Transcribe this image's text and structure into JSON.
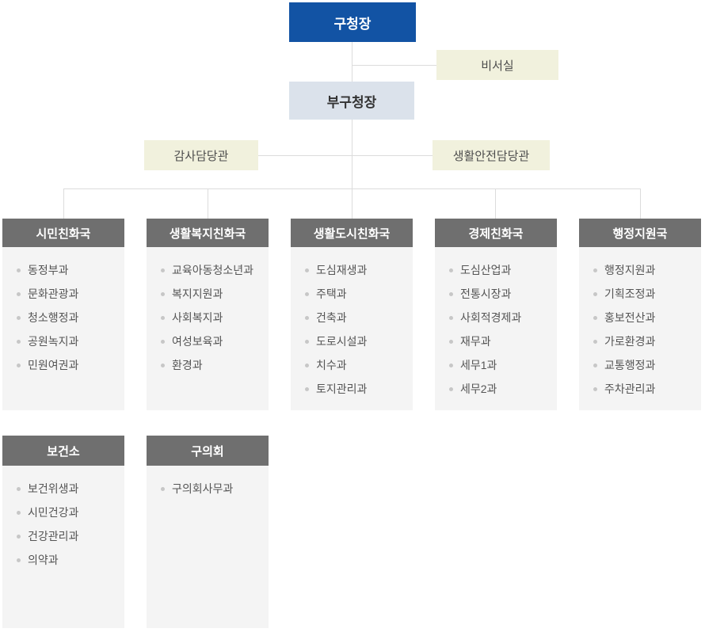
{
  "chart_title": "district-office-organization-chart",
  "top": {
    "mayor": {
      "label": "구청장"
    },
    "secretary": {
      "label": "비서실"
    },
    "deputy_mayor": {
      "label": "부구청장"
    },
    "audit_officer": {
      "label": "감사담당관"
    },
    "safety_officer": {
      "label": "생활안전담당관"
    }
  },
  "bureaus": [
    {
      "title": "시민친화국",
      "departments": [
        "동정부과",
        "문화관광과",
        "청소행정과",
        "공원녹지과",
        "민원여권과"
      ]
    },
    {
      "title": "생활복지친화국",
      "departments": [
        "교육아동청소년과",
        "복지지원과",
        "사회복지과",
        "여성보육과",
        "환경과"
      ]
    },
    {
      "title": "생활도시친화국",
      "departments": [
        "도심재생과",
        "주택과",
        "건축과",
        "도로시설과",
        "치수과",
        "토지관리과"
      ]
    },
    {
      "title": "경제친화국",
      "departments": [
        "도심산업과",
        "전통시장과",
        "사회적경제과",
        "재무과",
        "세무1과",
        "세무2과"
      ]
    },
    {
      "title": "행정지원국",
      "departments": [
        "행정지원과",
        "기획조정과",
        "홍보전산과",
        "가로환경과",
        "교통행정과",
        "주차관리과"
      ]
    }
  ],
  "extras": [
    {
      "title": "보건소",
      "departments": [
        "보건위생과",
        "시민건강과",
        "건강관리과",
        "의약과"
      ]
    },
    {
      "title": "구의회",
      "departments": [
        "구의회사무과"
      ]
    }
  ],
  "colors": {
    "mayor_bg": "#1253a4",
    "deputy_bg": "#dbe2eb",
    "staff_bg": "#f1f1dd",
    "bureau_header_bg": "#6f6f6f",
    "panel_bg": "#f4f4f4",
    "connector_line": "#dcdcdc",
    "item_text": "#555555",
    "bullet": "#c7c7c7"
  }
}
